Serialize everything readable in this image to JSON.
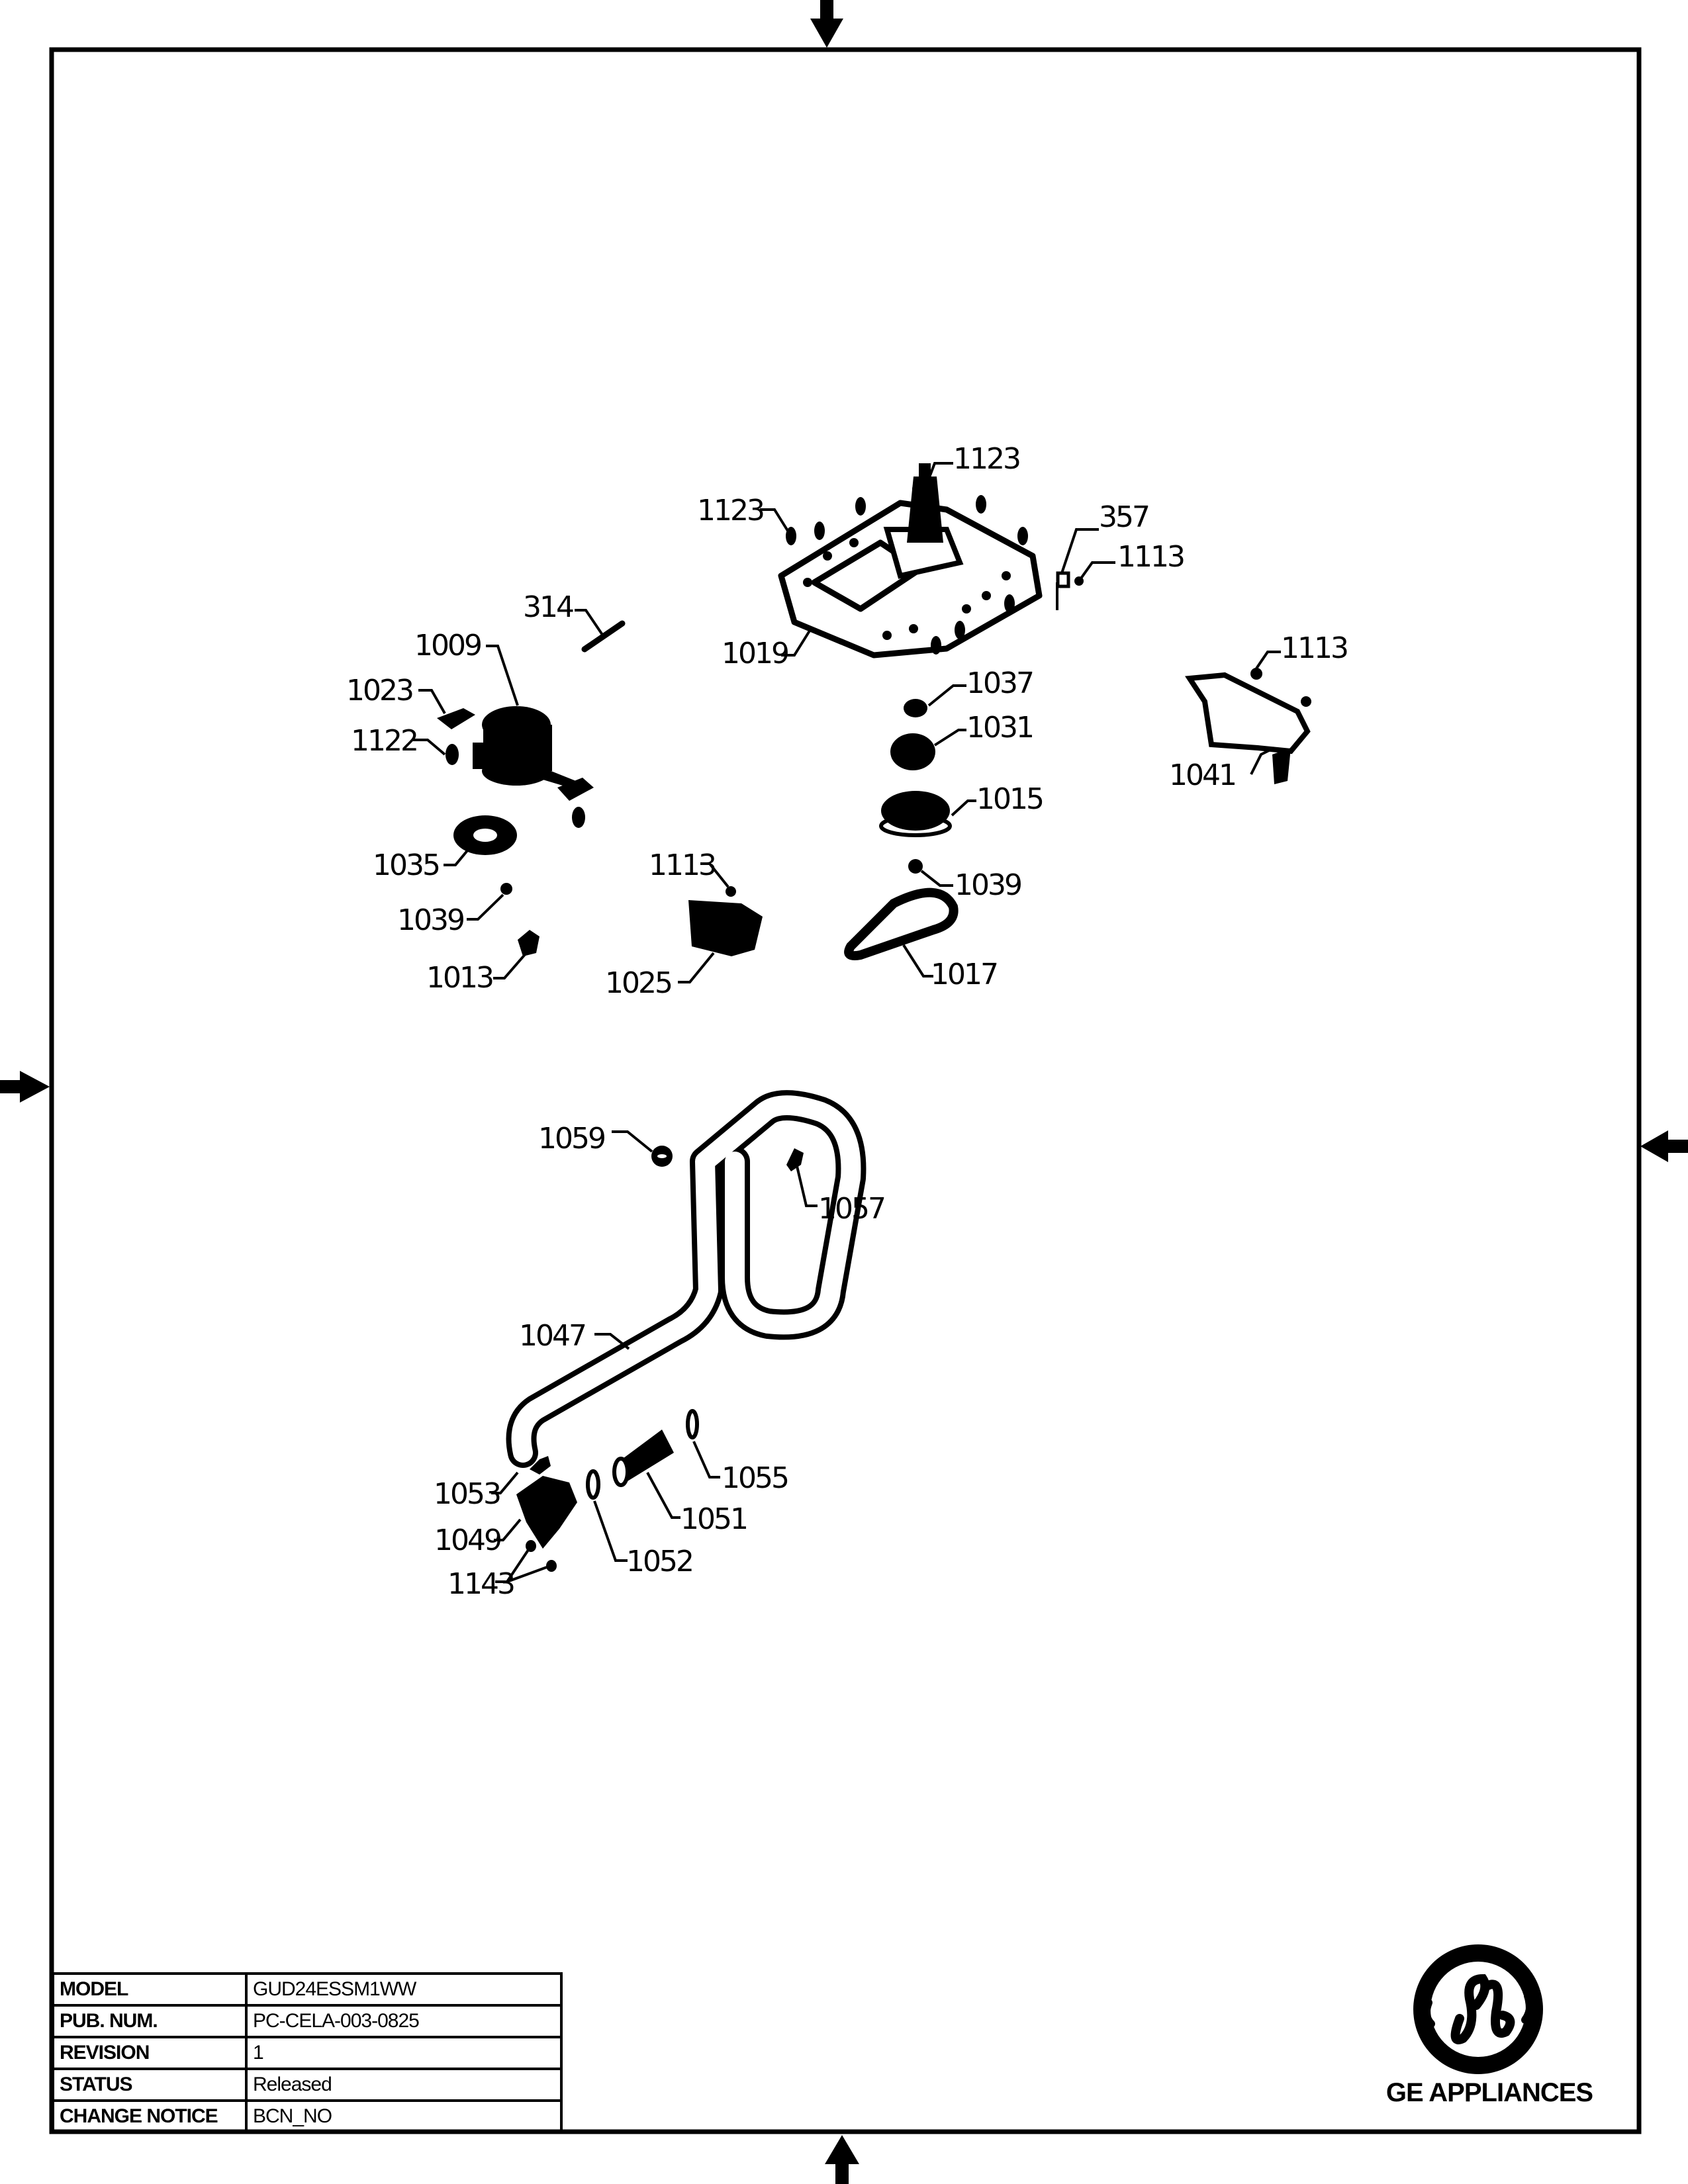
{
  "document": {
    "type": "exploded parts diagram",
    "brand": "GE APPLIANCES",
    "logo": "ge-monogram-logo"
  },
  "title_block": [
    {
      "key": "MODEL",
      "value": "GUD24ESSM1WW"
    },
    {
      "key": "PUB. NUM.",
      "value": "PC-CELA-003-0825"
    },
    {
      "key": "REVISION",
      "value": "1"
    },
    {
      "key": "STATUS",
      "value": "Released"
    },
    {
      "key": "CHANGE NOTICE",
      "value": "BCN_NO"
    }
  ],
  "callouts": [
    {
      "id": "c1123a",
      "label": "1123"
    },
    {
      "id": "c1123b",
      "label": "1123"
    },
    {
      "id": "c357",
      "label": "357"
    },
    {
      "id": "c1113a",
      "label": "1113"
    },
    {
      "id": "c314",
      "label": "314"
    },
    {
      "id": "c1019",
      "label": "1019"
    },
    {
      "id": "c1009",
      "label": "1009"
    },
    {
      "id": "c1023",
      "label": "1023"
    },
    {
      "id": "c1122",
      "label": "1122"
    },
    {
      "id": "c1113b",
      "label": "1113"
    },
    {
      "id": "c1037",
      "label": "1037"
    },
    {
      "id": "c1031",
      "label": "1031"
    },
    {
      "id": "c1041",
      "label": "1041"
    },
    {
      "id": "c1015",
      "label": "1015"
    },
    {
      "id": "c1035",
      "label": "1035"
    },
    {
      "id": "c1113c",
      "label": "1113"
    },
    {
      "id": "c1039a",
      "label": "1039"
    },
    {
      "id": "c1039b",
      "label": "1039"
    },
    {
      "id": "c1013",
      "label": "1013"
    },
    {
      "id": "c1025",
      "label": "1025"
    },
    {
      "id": "c1017",
      "label": "1017"
    },
    {
      "id": "c1059",
      "label": "1059"
    },
    {
      "id": "c1057",
      "label": "1057"
    },
    {
      "id": "c1047",
      "label": "1047"
    },
    {
      "id": "c1055",
      "label": "1055"
    },
    {
      "id": "c1053",
      "label": "1053"
    },
    {
      "id": "c1051",
      "label": "1051"
    },
    {
      "id": "c1049",
      "label": "1049"
    },
    {
      "id": "c1052",
      "label": "1052"
    },
    {
      "id": "c1143",
      "label": "1143"
    }
  ]
}
